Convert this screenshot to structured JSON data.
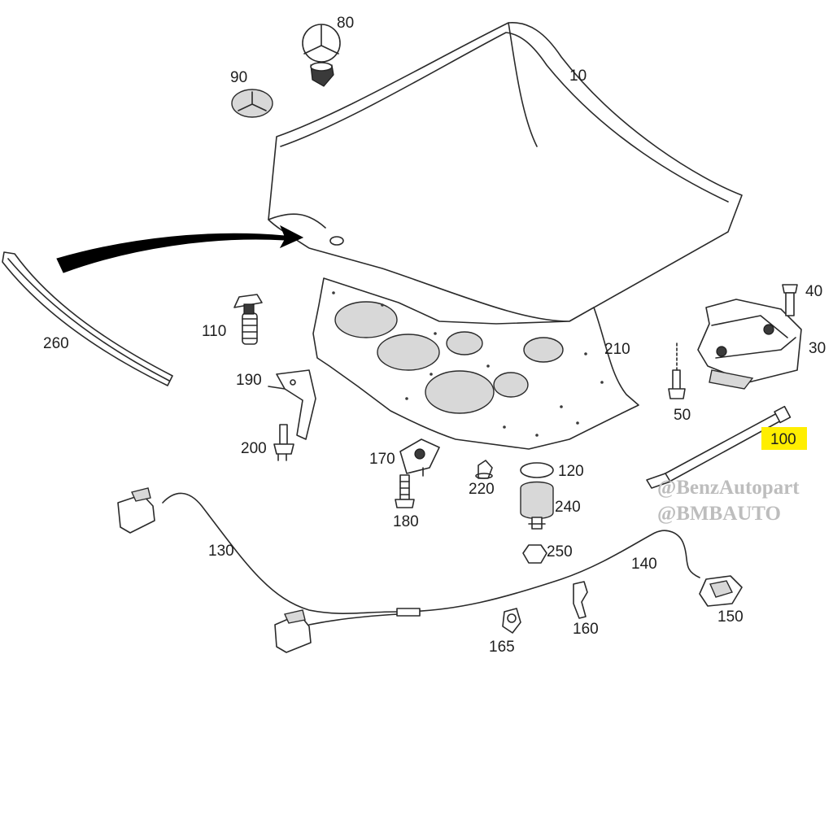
{
  "diagram": {
    "parts": {
      "p10": "10",
      "p30": "30",
      "p40": "40",
      "p50": "50",
      "p80": "80",
      "p90": "90",
      "p100": "100",
      "p110": "110",
      "p120": "120",
      "p130": "130",
      "p140": "140",
      "p150": "150",
      "p160": "160",
      "p165": "165",
      "p170": "170",
      "p180": "180",
      "p190": "190",
      "p200": "200",
      "p210": "210",
      "p220": "220",
      "p240": "240",
      "p250": "250",
      "p260": "260"
    },
    "highlighted_part": "100",
    "highlight_color": "#ffee00",
    "watermark": {
      "line1": "@BenzAutopart",
      "line2": "@BMBAUTO"
    }
  }
}
